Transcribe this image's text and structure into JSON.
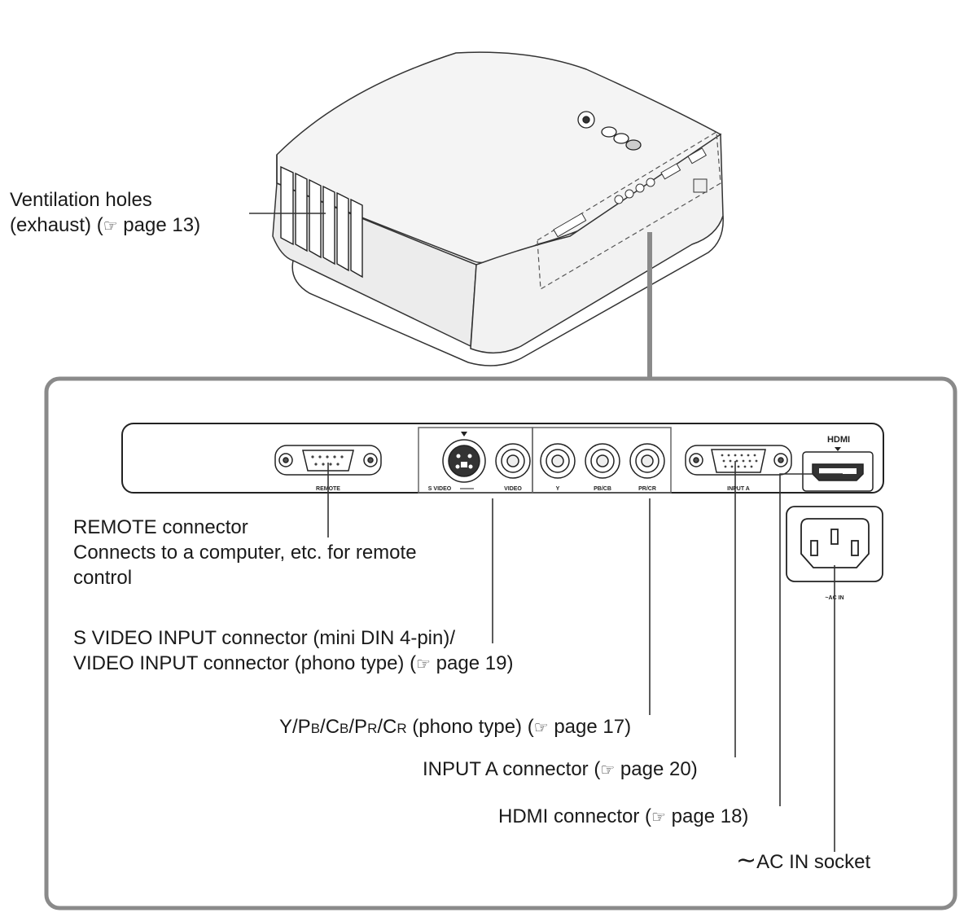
{
  "labels": {
    "vent_line1": "Ventilation holes",
    "vent_line2a": "(exhaust) (",
    "vent_line2b": " page 13)",
    "remote_line1": "REMOTE connector",
    "remote_line2": "Connects to a computer, etc. for remote",
    "remote_line3": "control",
    "svideo_line1": "S VIDEO INPUT connector (mini DIN 4-pin)/",
    "svideo_line2a": "VIDEO INPUT connector (phono type) (",
    "svideo_line2b": " page 19)",
    "ypbpr_a": "Y/P",
    "ypbpr_b": "B",
    "ypbpr_c": "/C",
    "ypbpr_d": "B",
    "ypbpr_e": "/P",
    "ypbpr_f": "R",
    "ypbpr_g": "/C",
    "ypbpr_h": "R",
    "ypbpr_i": " (phono type) (",
    "ypbpr_j": " page 17)",
    "inputa_a": "INPUT A connector (",
    "inputa_b": " page 20)",
    "hdmi_a": "HDMI connector (",
    "hdmi_b": " page 18)",
    "acin_symbol": "∼",
    "acin_text": "AC IN socket"
  },
  "panel_text": {
    "remote": "REMOTE",
    "svideo": "S VIDEO",
    "video": "VIDEO",
    "y": "Y",
    "pb": "PB/CB",
    "pr": "PR/CR",
    "inputa": "INPUT A",
    "hdmi": "HDMI",
    "acin": "~AC IN"
  },
  "icons": {
    "page_reference": "☞"
  }
}
